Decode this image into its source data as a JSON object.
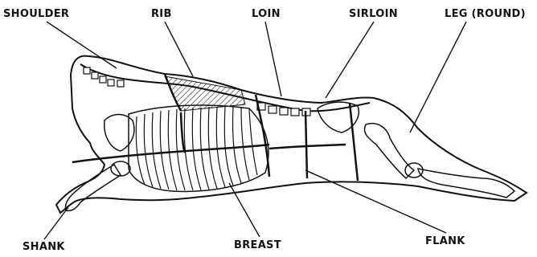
{
  "labels": {
    "shoulder": "SHOULDER",
    "rib": "RIB",
    "loin": "LOIN",
    "sirloin": "SIRLOIN",
    "leg": "LEG (ROUND)",
    "shank": "SHANK",
    "breast": "BREAST",
    "flank": "FLANK"
  },
  "colors": {
    "ink": "#111111",
    "background": "#ffffff"
  }
}
